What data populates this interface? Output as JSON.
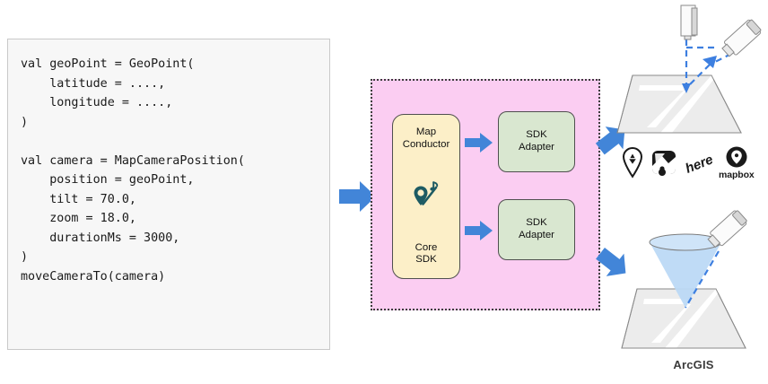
{
  "code_panel": {
    "name": "kotlin-code-snippet",
    "language": "kotlin",
    "source": "val geoPoint = GeoPoint(\n    latitude = ....,\n    longitude = ....,\n)\n\nval camera = MapCameraPosition(\n    position = geoPoint,\n    tilt = 70.0,\n    zoom = 18.0,\n    durationMs = 3000,\n)\nmoveCameraTo(camera)"
  },
  "flow": {
    "input_arrow_label": "",
    "output_arrow_top_label": "",
    "output_arrow_bottom_label": ""
  },
  "container": {
    "core_box": {
      "title": "Map\nConductor",
      "title_line1": "Map",
      "title_line2": "Conductor",
      "subtitle_line1": "Core",
      "subtitle_line2": "SDK",
      "icon": "map-pin-conductor-baton-icon"
    },
    "adapters": [
      {
        "line1": "SDK",
        "line2": "Adapter"
      },
      {
        "line1": "SDK",
        "line2": "Adapter"
      }
    ]
  },
  "targets": {
    "top": {
      "name": "2d-3d-map-cameras",
      "camera_vertical": "camera-top-down-icon",
      "camera_angled": "camera-tilted-icon",
      "providers": [
        {
          "name": "google-maps-logo",
          "label": ""
        },
        {
          "name": "apple-maps-logo",
          "label": ""
        },
        {
          "name": "here-maps-logo",
          "label": "here"
        },
        {
          "name": "mapbox-logo",
          "label": "mapbox"
        }
      ]
    },
    "bottom": {
      "name": "arcgis-map-camera",
      "camera_angled": "camera-tilted-icon",
      "frustum": "camera-view-cone",
      "label": "ArcGIS"
    }
  },
  "colors": {
    "code_bg": "#f7f7f7",
    "code_border": "#c9c9c9",
    "container_fill": "#fbcdf2",
    "container_border": "#3d3d3d",
    "core_fill": "#fcefc8",
    "adapter_fill": "#d9e7d0",
    "arrow_blue": "#4285d8",
    "icon_teal": "#1d5b63",
    "map_fill": "#ececec",
    "cone_fill": "#bcd9f5"
  }
}
